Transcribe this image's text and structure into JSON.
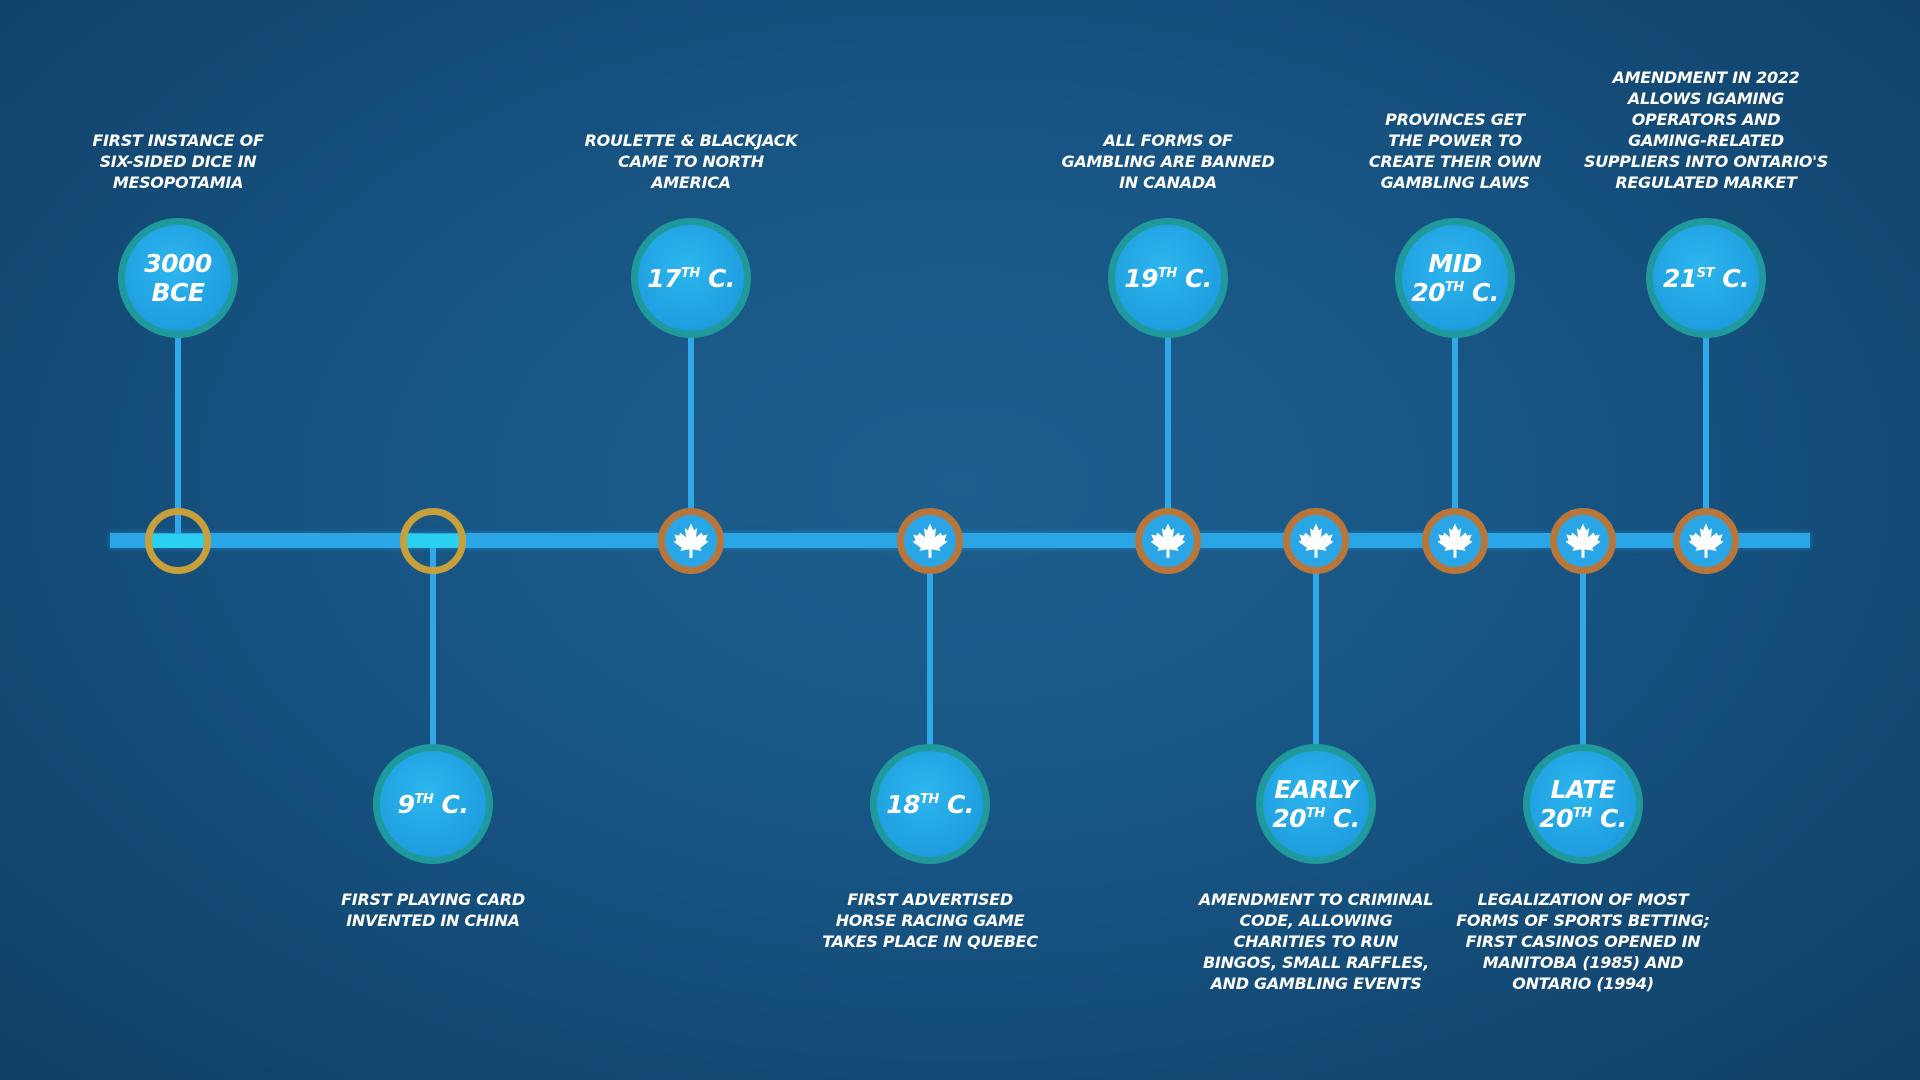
{
  "events": [
    {
      "era_lines": [
        "3000",
        "BCE"
      ],
      "era_sup": "",
      "era_suffix": "",
      "position": "top",
      "description": [
        "FIRST INSTANCE OF",
        "SIX-SIDED DICE IN",
        "MESOPOTAMIA"
      ],
      "marker": "gold-ring"
    },
    {
      "era_lines": [
        "9"
      ],
      "era_sup": "TH",
      "era_suffix": " C.",
      "position": "bottom",
      "description": [
        "FIRST PLAYING CARD",
        "INVENTED IN CHINA"
      ],
      "marker": "gold-ring"
    },
    {
      "era_lines": [
        "17"
      ],
      "era_sup": "TH",
      "era_suffix": " C.",
      "position": "top",
      "description": [
        "ROULETTE & BLACKJACK",
        "CAME TO NORTH",
        "AMERICA"
      ],
      "marker": "maple-leaf"
    },
    {
      "era_lines": [
        "18"
      ],
      "era_sup": "TH",
      "era_suffix": " C.",
      "position": "bottom",
      "description": [
        "FIRST ADVERTISED",
        "HORSE RACING GAME",
        "TAKES PLACE IN QUEBEC"
      ],
      "marker": "maple-leaf"
    },
    {
      "era_lines": [
        "19"
      ],
      "era_sup": "TH",
      "era_suffix": " C.",
      "position": "top",
      "description": [
        "ALL FORMS OF",
        "GAMBLING ARE BANNED",
        "IN CANADA"
      ],
      "marker": "maple-leaf"
    },
    {
      "era_lines": [
        "EARLY",
        "20"
      ],
      "era_sup": "TH",
      "era_suffix": " C.",
      "position": "bottom",
      "description": [
        "AMENDMENT TO CRIMINAL",
        "CODE, ALLOWING",
        "CHARITIES TO RUN",
        "BINGOS, SMALL RAFFLES,",
        "AND GAMBLING EVENTS"
      ],
      "marker": "maple-leaf"
    },
    {
      "era_lines": [
        "MID",
        "20"
      ],
      "era_sup": "TH",
      "era_suffix": " C.",
      "position": "top",
      "description": [
        "PROVINCES GET",
        "THE POWER TO",
        "CREATE THEIR OWN",
        "GAMBLING LAWS"
      ],
      "marker": "maple-leaf"
    },
    {
      "era_lines": [
        "LATE",
        "20"
      ],
      "era_sup": "TH",
      "era_suffix": " C.",
      "position": "bottom",
      "description": [
        "LEGALIZATION OF MOST",
        "FORMS OF SPORTS BETTING;",
        "FIRST CASINOS OPENED IN",
        "MANITOBA (1985) AND",
        "ONTARIO (1994)"
      ],
      "marker": "maple-leaf"
    },
    {
      "era_lines": [
        "21"
      ],
      "era_sup": "ST",
      "era_suffix": " C.",
      "position": "top",
      "description": [
        "AMENDMENT IN 2022",
        "ALLOWS  IGAMING",
        "OPERATORS AND",
        "GAMING-RELATED",
        "SUPPLIERS INTO ONTARIO'S",
        "REGULATED MARKET"
      ],
      "marker": "maple-leaf"
    }
  ],
  "colors": {
    "background": "#175483",
    "axis": "#2aa6e6",
    "era_circle": "#1f9ee0",
    "era_border": "#1f9a9c",
    "marker_leaf_border": "#b8763b",
    "marker_gold_border": "#c7a03b",
    "text": "#ffffff"
  }
}
